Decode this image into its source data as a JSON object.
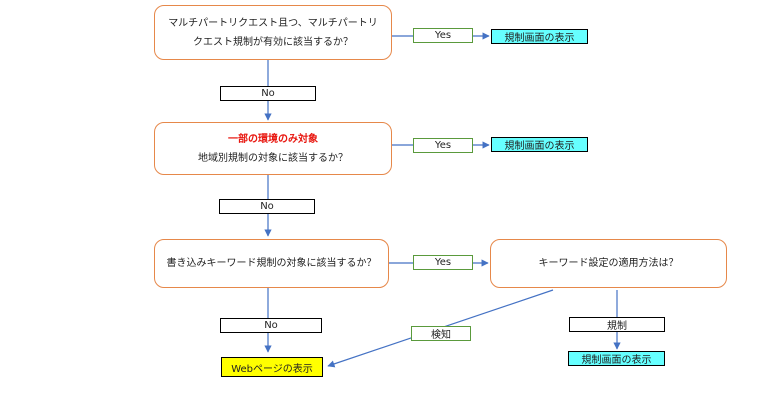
{
  "decisions": {
    "d1": {
      "line1": "マルチパートリクエスト且つ、マルチパートリ",
      "line2": "クエスト規制が有効に該当するか？"
    },
    "d2": {
      "warning": "一部の環境のみ対象",
      "line1": "地域別規制の対象に該当するか？"
    },
    "d3": {
      "line1": "書き込みキーワード規制の対象に該当するか？"
    },
    "d4": {
      "line1": "キーワード設定の適用方法は？"
    }
  },
  "labels": {
    "yes1": "Yes",
    "no1": "No",
    "yes2": "Yes",
    "no2": "No",
    "yes3": "Yes",
    "no3": "No",
    "detect": "検知",
    "regulate": "規制"
  },
  "results": {
    "r1": "規制画面の表示",
    "r2": "規制画面の表示",
    "r3": "規制画面の表示",
    "web": "Webページの表示"
  },
  "colors": {
    "decision_border": "#e6884a",
    "connector": "#4472c4",
    "result_fill": "#66ffff",
    "web_fill": "#ffff00",
    "warning_text": "#e8160f"
  }
}
